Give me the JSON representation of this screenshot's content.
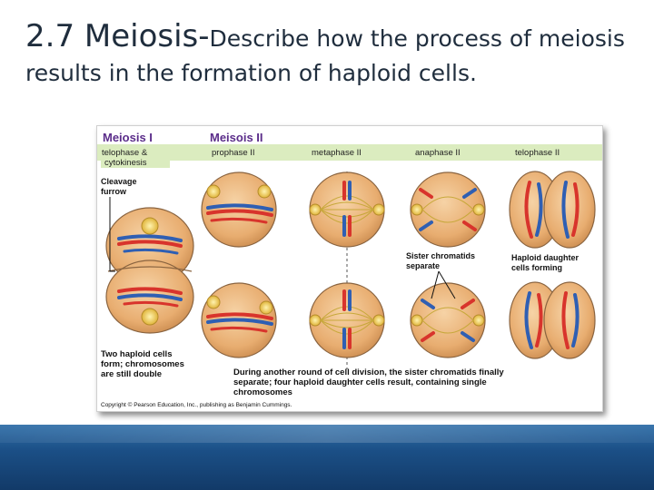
{
  "slide": {
    "title_lead": "2.7 Meiosis-",
    "title_rest": "Describe how the process of meiosis results in the formation of haploid cells."
  },
  "figure": {
    "section_meiosis1": "Meiosis I",
    "section_meiosis2": "Meisois II",
    "stage_telophase1": "telophase &",
    "stage_telophase1_b": "cytokinesis",
    "stage_prophase2": "prophase II",
    "stage_metaphase2": "metaphase II",
    "stage_anaphase2": "anaphase II",
    "stage_telophase2": "telophase II",
    "label_cleavage_1": "Cleavage",
    "label_cleavage_2": "furrow",
    "label_sister_1": "Sister chromatids",
    "label_sister_2": "separate",
    "label_haploid_1": "Haploid daughter",
    "label_haploid_2": "cells forming",
    "caption_left_1": "Two haploid cells",
    "caption_left_2": "form; chromosomes",
    "caption_left_3": "are still double",
    "caption_main_1": "During another round of cell division, the sister chromatids finally",
    "caption_main_2": "separate; four haploid daughter cells result, containing single",
    "caption_main_3": "chromosomes",
    "copyright": "Copyright © Pearson Education, Inc., publishing as Benjamin Cummings."
  },
  "colors": {
    "header_band": "#dbecbf",
    "heading_purple": "#5b2d8a",
    "cell_fill": "#e8b27a",
    "cell_stroke": "#8a6440",
    "chrom_red": "#d8342c",
    "chrom_blue": "#2f5fb3",
    "spindle": "#c7a83a",
    "bottom_band": "#1b4f86"
  }
}
